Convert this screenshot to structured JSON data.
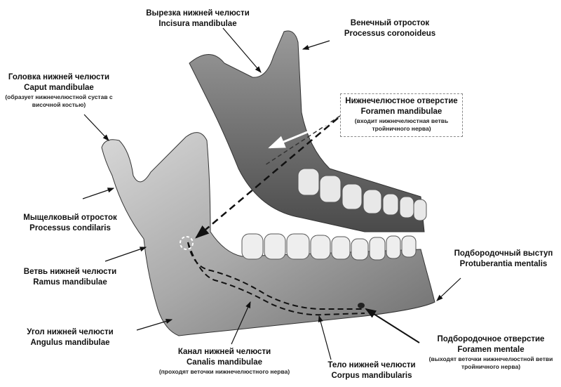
{
  "labels": {
    "incisura": {
      "ru": "Вырезка нижней челюсти",
      "la": "Incisura mandibulae"
    },
    "coronoid": {
      "ru": "Венечный отросток",
      "la": "Processus coronoideus"
    },
    "caput": {
      "ru": "Головка нижней челюсти",
      "la": "Caput mandibulae",
      "note1": "(образует нижнечелюстной сустав с",
      "note2": "височной костью)"
    },
    "foramen_mandibulae": {
      "ru": "Нижнечелюстное отверстие",
      "la": "Foramen mandibulae",
      "note1": "(входит нижнечелюстная ветвь",
      "note2": "тройничного нерва)"
    },
    "condylar": {
      "ru": "Мыщелковый отросток",
      "la": "Processus condilaris"
    },
    "ramus": {
      "ru": "Ветвь нижней челюсти",
      "la": "Ramus mandibulae"
    },
    "angulus": {
      "ru": "Угол нижней челюсти",
      "la": "Angulus mandibulae"
    },
    "canalis": {
      "ru": "Канал нижней челюсти",
      "la": "Canalis mandibulae",
      "note": "(проходят веточки нижнечелюстного нерва)"
    },
    "corpus": {
      "ru": "Тело нижней челюсти",
      "la": "Corpus mandibularis"
    },
    "foramen_mentale": {
      "ru": "Подбородочное отверстие",
      "la": "Foramen mentale",
      "note1": "(выходят веточки нижнечелюстной ветви",
      "note2": "тройничного нерва)"
    },
    "protuberantia": {
      "ru": "Подбородочный выступ",
      "la": "Protuberantia mentalis"
    }
  }
}
